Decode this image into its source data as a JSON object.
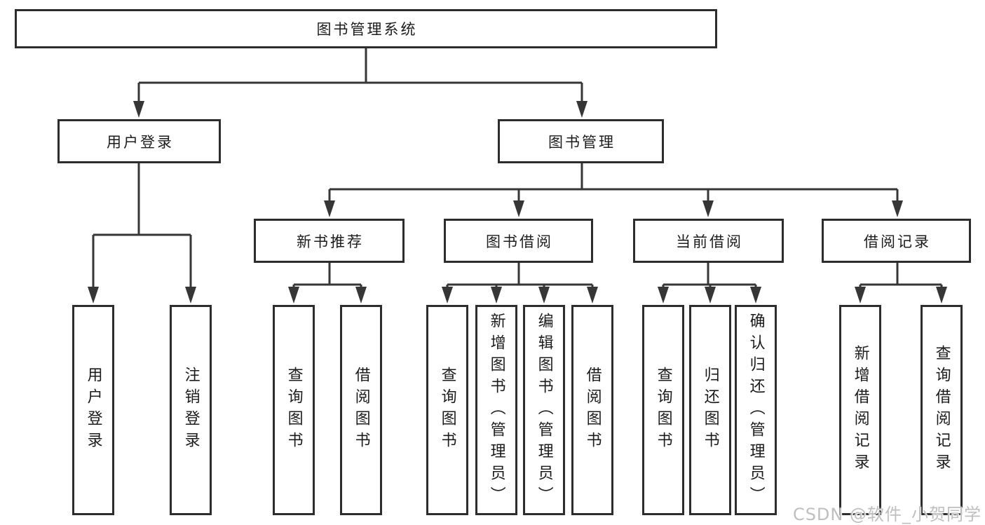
{
  "colors": {
    "background": "#ffffff",
    "line": "#363636",
    "box_border": "#2d2d2d",
    "text": "#1c1c1c",
    "watermark": "#bfbfbf"
  },
  "diagram": {
    "root": "图书管理系统",
    "branches": {
      "user_login": {
        "label": "用户登录",
        "leaves": [
          "用户登录",
          "注销登录"
        ]
      },
      "book_management": {
        "label": "图书管理",
        "sections": [
          {
            "label": "新书推荐",
            "leaves": [
              "查询图书",
              "借阅图书"
            ]
          },
          {
            "label": "图书借阅",
            "leaves": [
              "查询图书",
              "新增图书（管理员）",
              "编辑图书（管理员）",
              "借阅图书"
            ]
          },
          {
            "label": "当前借阅",
            "leaves": [
              "查询图书",
              "归还图书",
              "确认归还（管理员）"
            ]
          },
          {
            "label": "借阅记录",
            "leaves": [
              "新增借阅记录",
              "查询借阅记录"
            ]
          }
        ]
      }
    }
  },
  "watermark": {
    "text": "CSDN @软件_小贺同学"
  }
}
